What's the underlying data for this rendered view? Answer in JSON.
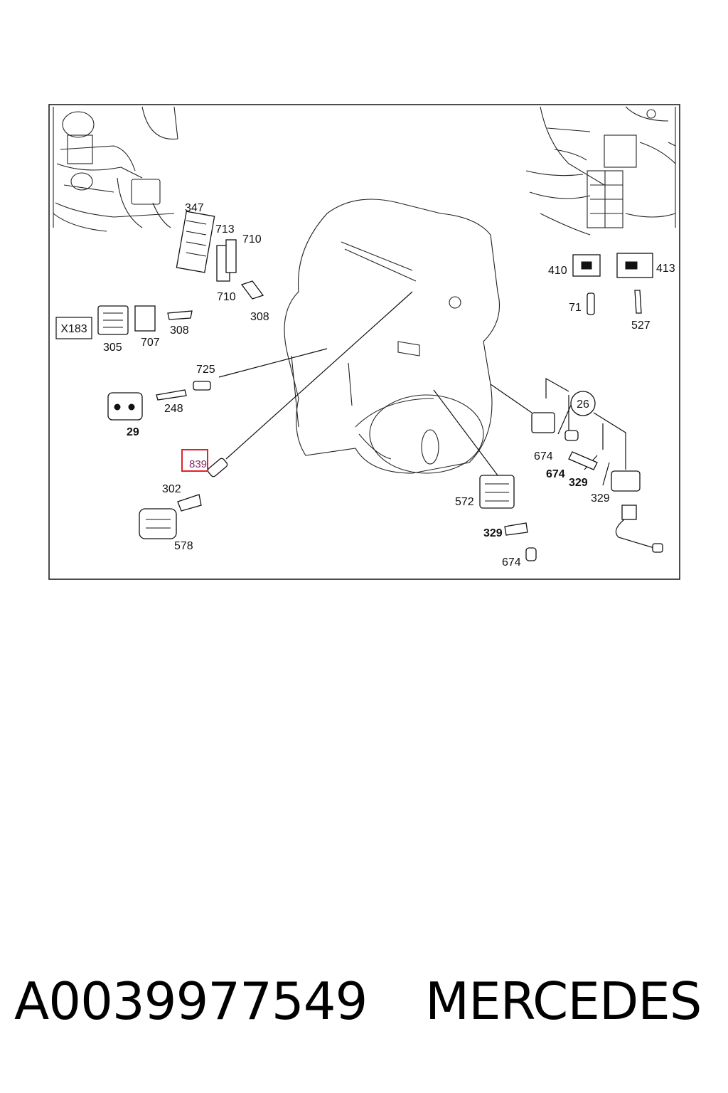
{
  "diagram": {
    "frame_code": "X183",
    "highlighted_part": "839",
    "callouts": {
      "c347": "347",
      "c713": "713",
      "c710a": "710",
      "c710b": "710",
      "c308a": "308",
      "c308b": "308",
      "c305": "305",
      "c707": "707",
      "c725": "725",
      "c248": "248",
      "c29": "29",
      "c302": "302",
      "c578": "578",
      "c410": "410",
      "c413": "413",
      "c71": "71",
      "c527": "527",
      "c26": "26",
      "c674a": "674",
      "c674b": "674",
      "c329a": "329",
      "c329b": "329",
      "c572": "572",
      "c329c": "329",
      "c674c": "674"
    },
    "colors": {
      "highlight_box": "#e0222a"
    }
  },
  "footer": {
    "part_number": "A0039977549",
    "brand": "MERCEDES"
  }
}
